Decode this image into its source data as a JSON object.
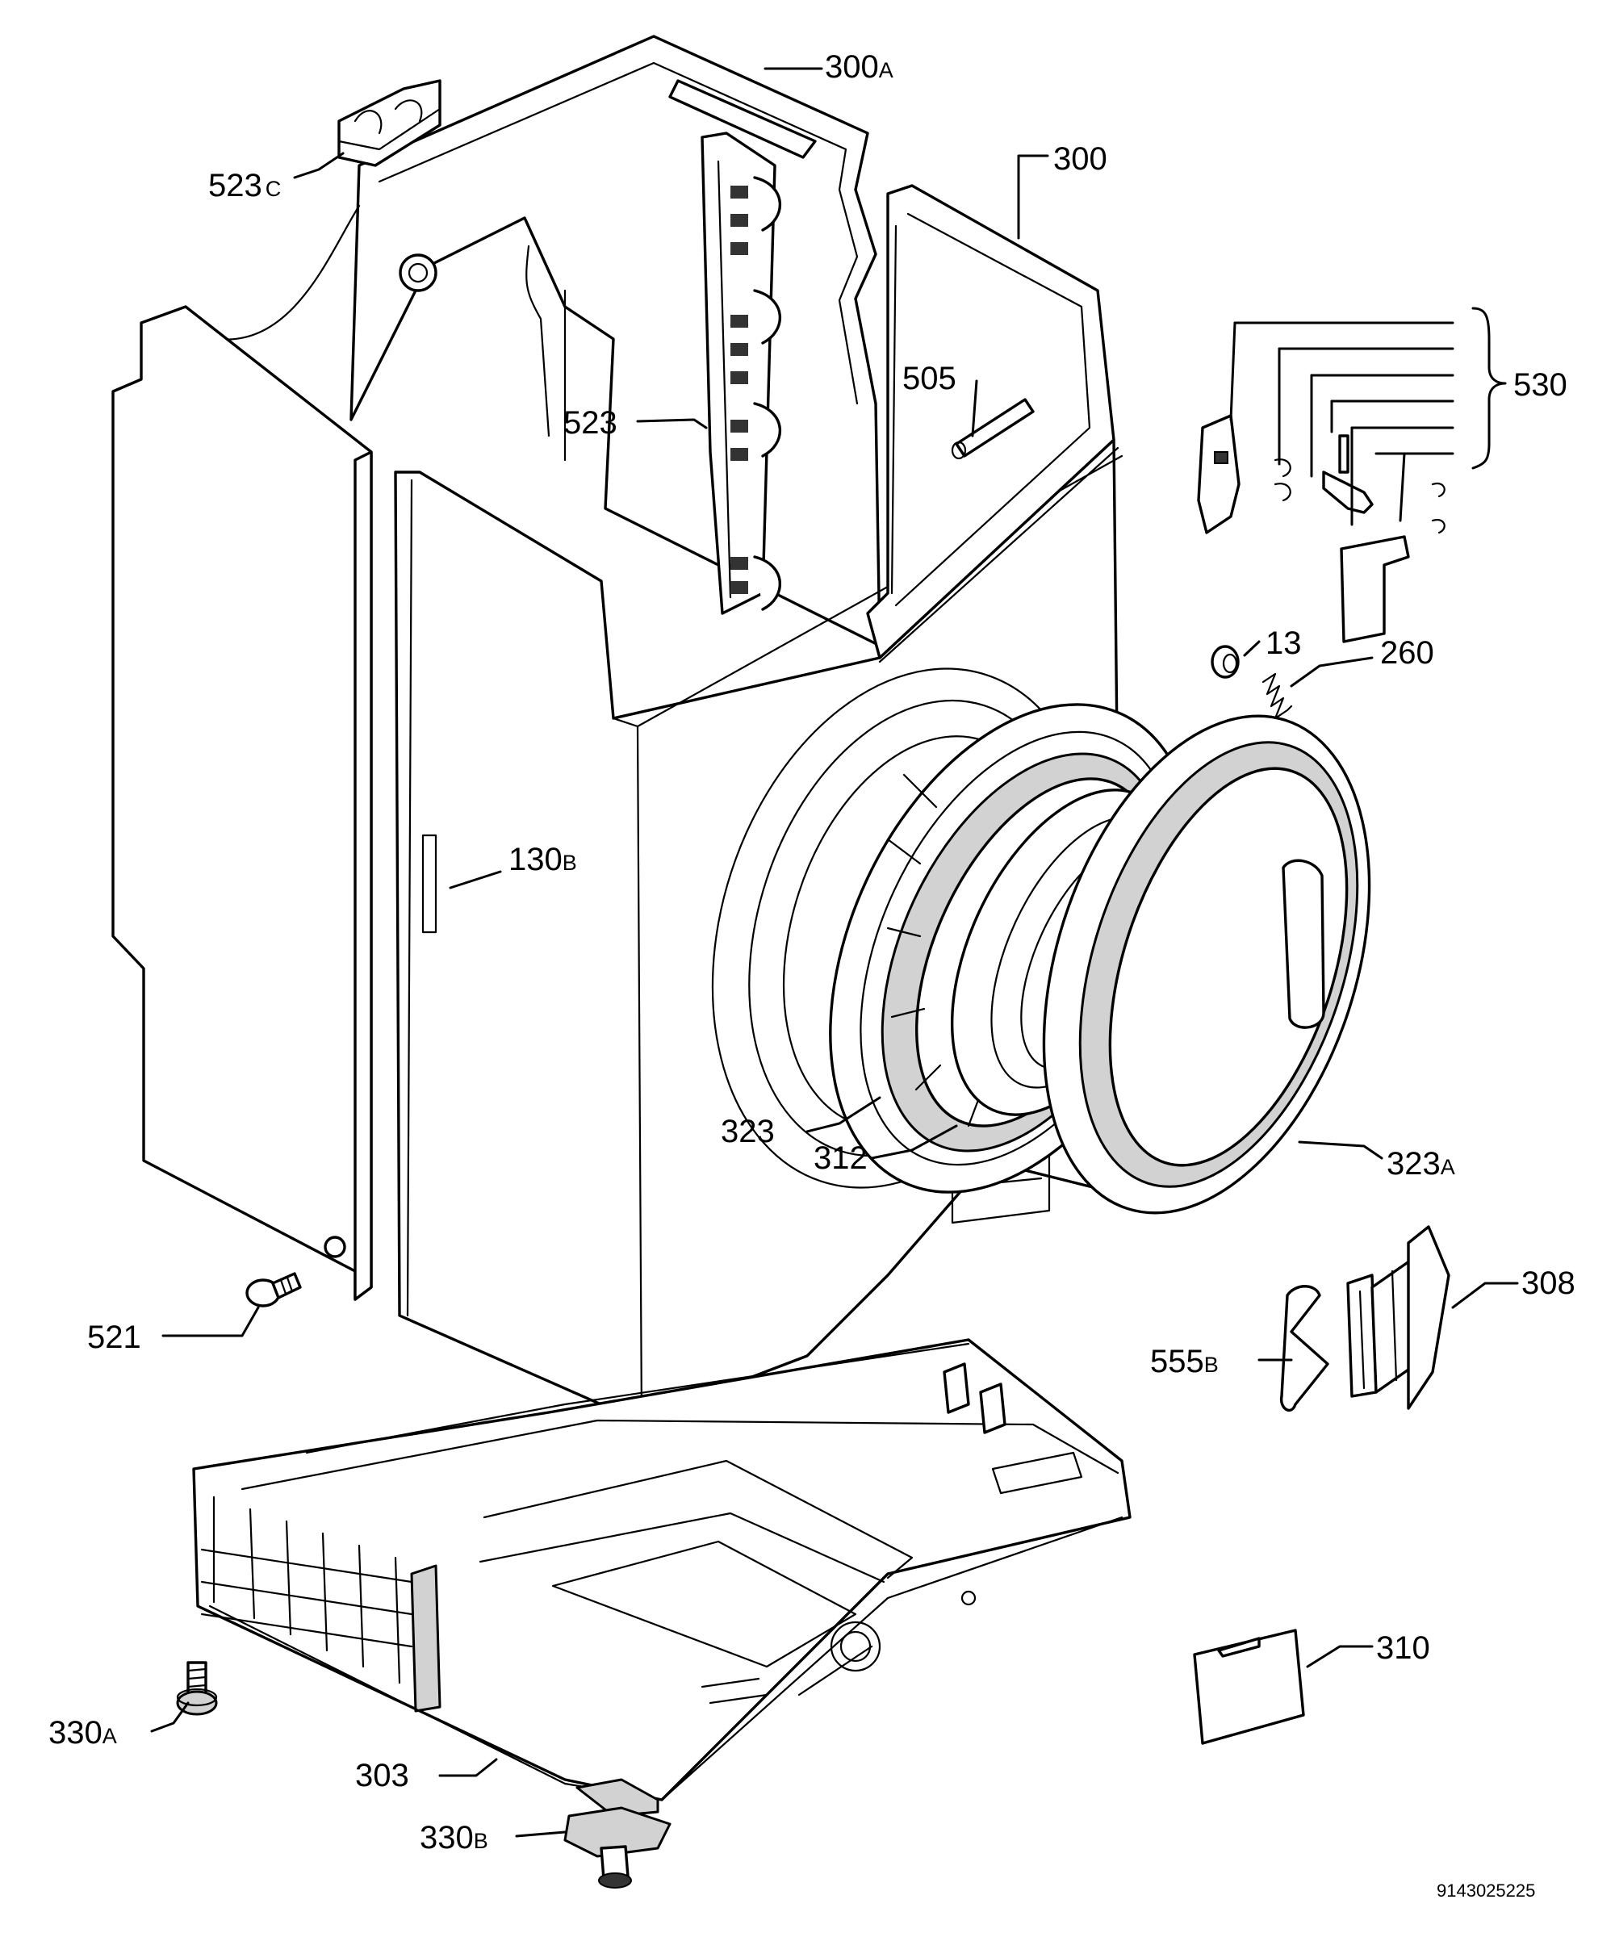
{
  "labels": {
    "l300a": {
      "num": "300",
      "suffix": "A"
    },
    "l523c": {
      "num": "523",
      "suffix": "C"
    },
    "l300": {
      "num": "300"
    },
    "l505": {
      "num": "505"
    },
    "l523": {
      "num": "523"
    },
    "l530": {
      "num": "530"
    },
    "l13": {
      "num": "13"
    },
    "l260": {
      "num": "260"
    },
    "l130b": {
      "num": "130",
      "suffix": "B"
    },
    "l323": {
      "num": "323"
    },
    "l312": {
      "num": "312"
    },
    "l323a": {
      "num": "323",
      "suffix": "A"
    },
    "l308": {
      "num": "308"
    },
    "l521": {
      "num": "521"
    },
    "l555b": {
      "num": "555",
      "suffix": "B"
    },
    "l330a": {
      "num": "330",
      "suffix": "A"
    },
    "l310": {
      "num": "310"
    },
    "l303": {
      "num": "303"
    },
    "l330b": {
      "num": "330",
      "suffix": "B"
    }
  },
  "drawing_code": "9143025225"
}
